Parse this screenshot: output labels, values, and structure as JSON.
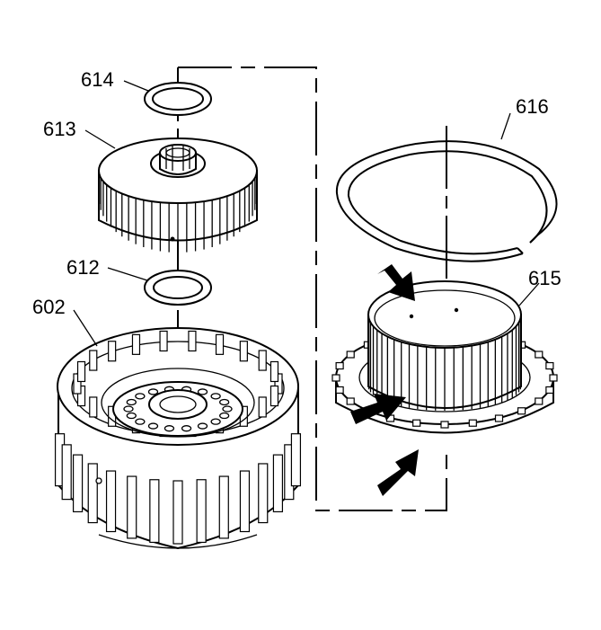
{
  "callouts": {
    "c614": "614",
    "c613": "613",
    "c612": "612",
    "c602": "602",
    "c616": "616",
    "c615": "615"
  },
  "arrows": {
    "count": 3
  }
}
